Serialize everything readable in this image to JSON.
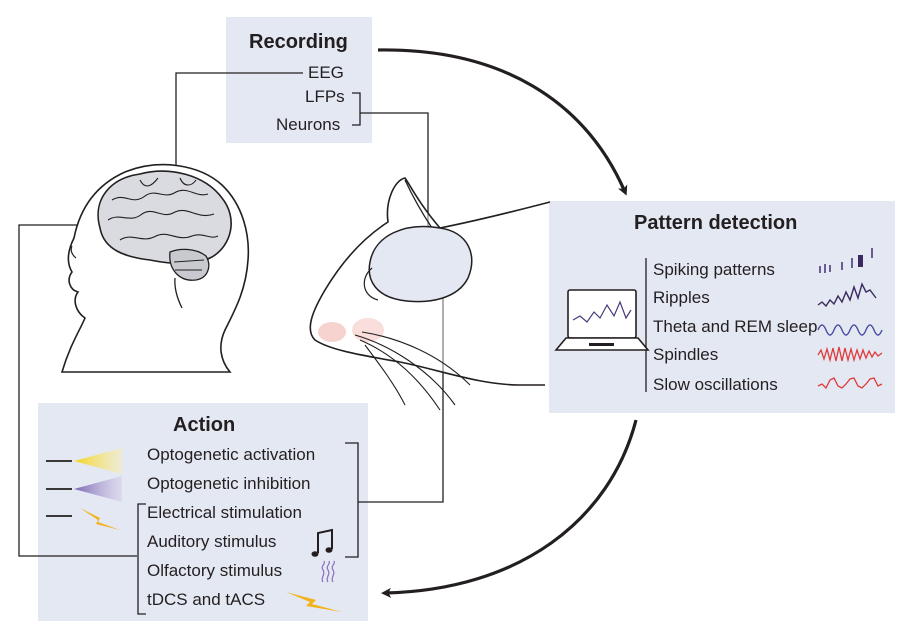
{
  "recording": {
    "title": "Recording",
    "items": [
      "EEG",
      "LFPs",
      "Neurons"
    ]
  },
  "pattern_detection": {
    "title": "Pattern detection",
    "items": [
      "Spiking patterns",
      "Ripples",
      "Theta and REM sleep",
      "Spindles",
      "Slow oscillations"
    ]
  },
  "action": {
    "title": "Action",
    "items": [
      "Optogenetic activation",
      "Optogenetic inhibition",
      "Electrical stimulation",
      "Auditory stimulus",
      "Olfactory stimulus",
      "tDCS and tACS"
    ]
  },
  "colors": {
    "panel": "#e4e8f3",
    "line": "#231f20",
    "optogenetic_activation": "#f5d31a",
    "optogenetic_inhibition": "#7a64b0",
    "electrical": "#f3b21b",
    "spiking": "#4a3a7a",
    "ripples": "#3b2a5e",
    "theta": "#4a4fa0",
    "spindles": "#e03a3a",
    "slow_oscillations": "#e03a3a",
    "olfactory": "#8a6cc0"
  },
  "icons": [
    "brain-icon",
    "head-icon",
    "rat-icon",
    "laptop-icon",
    "light-cone-icon",
    "lightning-icon",
    "music-note-icon",
    "smell-icon"
  ]
}
